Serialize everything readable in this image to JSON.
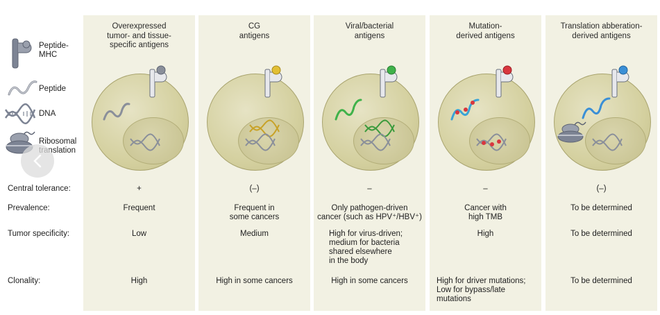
{
  "legend": {
    "peptide_mhc": "Peptide-\nMHC",
    "peptide": "Peptide",
    "dna": "DNA",
    "ribosomal": "Ribosomal\ntranslation"
  },
  "row_labels": {
    "central_tolerance": "Central tolerance:",
    "prevalence": "Prevalence:",
    "tumor_specificity": "Tumor specificity:",
    "clonality": "Clonality:"
  },
  "columns": [
    {
      "title": "Overexpressed\ntumor- and tissue-\nspecific antigens",
      "central_tolerance": "+",
      "prevalence": "Frequent",
      "tumor_specificity": "Low",
      "clonality": "High",
      "peptide_color": "#8a8f9a",
      "dna_color": "#8a8f9a"
    },
    {
      "title": "CG\nantigens",
      "central_tolerance": "(–)",
      "prevalence": "Frequent in\nsome cancers",
      "tumor_specificity": "Medium",
      "clonality": "High in some cancers",
      "peptide_color": "#e2bf35",
      "dna_color": "#c8a227"
    },
    {
      "title": "Viral/bacterial\nantigens",
      "central_tolerance": "–",
      "prevalence": "Only pathogen-driven\ncancer (such as HPV⁺/HBV⁺)",
      "tumor_specificity": "High for virus-driven;\nmedium for bacteria\nshared elsewhere\nin the body",
      "clonality": "High in some cancers",
      "peptide_color": "#3fb24a",
      "dna_color": "#3a9a3c"
    },
    {
      "title": "Mutation-\nderived antigens",
      "central_tolerance": "–",
      "prevalence": "Cancer with\nhigh TMB",
      "tumor_specificity": "High",
      "clonality": "High for driver mutations;\nLow for bypass/late\nmutations",
      "peptide_color": "#3aa3d6",
      "dna_color": "#8a8f9a",
      "mutation_color": "#d9363e"
    },
    {
      "title": "Translation abberation-\nderived antigens",
      "central_tolerance": "(–)",
      "prevalence": "To be determined",
      "tumor_specificity": "To be determined",
      "clonality": "To be determined",
      "peptide_color": "#3a8fd6",
      "dna_color": "#8a8f9a"
    }
  ]
}
